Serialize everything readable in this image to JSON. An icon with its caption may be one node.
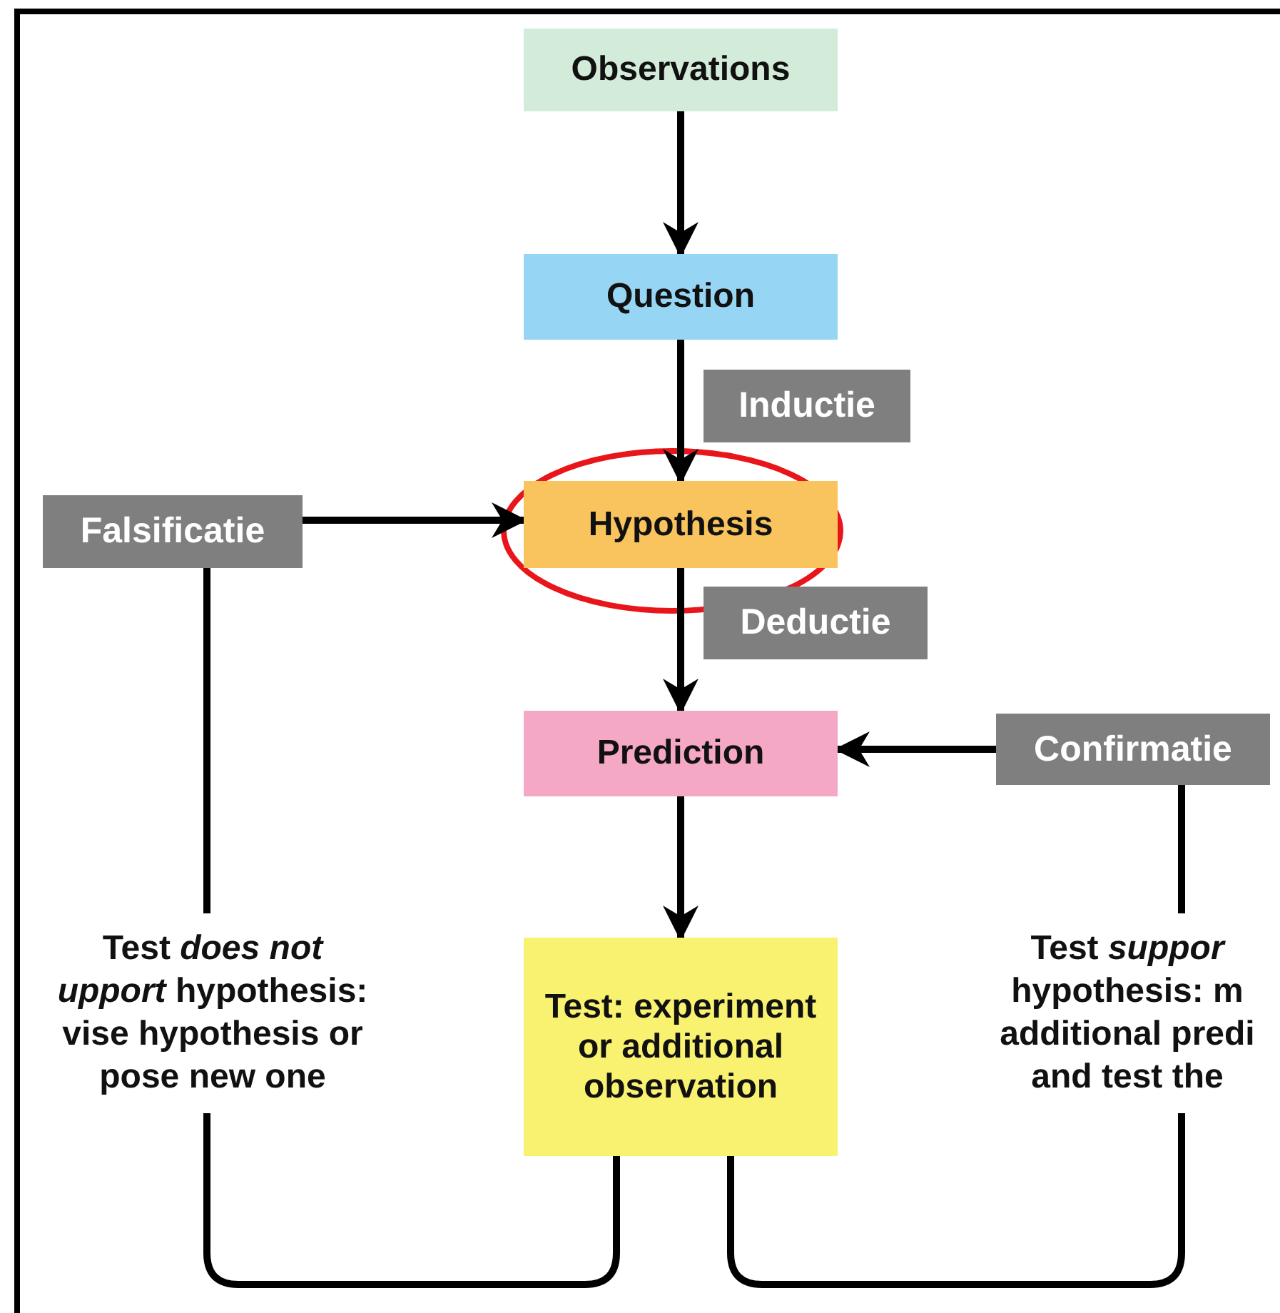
{
  "diagram": {
    "nodes": [
      {
        "text": [
          "Observations"
        ]
      },
      {
        "text": [
          "Question"
        ]
      },
      {
        "text": [
          "Inductie"
        ]
      },
      {
        "text": [
          "Hypothesis"
        ]
      },
      {
        "text": [
          "Falsificatie"
        ]
      },
      {
        "text": [
          "Deductie"
        ]
      },
      {
        "text": [
          "Prediction"
        ]
      },
      {
        "text": [
          "Confirmatie"
        ]
      },
      {
        "text": [
          "Test *does not upport* hypothesis: vise hypothesis or pose new one"
        ]
      },
      {
        "text": [
          "Test: experiment or additional observation"
        ]
      },
      {
        "text": [
          "Test *suppor* hypothesis: m additional predi and test the"
        ]
      }
    ],
    "edges": [
      {
        "from": 0,
        "to": 1,
        "arrow": "to"
      },
      {
        "from": 1,
        "to": 3,
        "arrow": "to"
      },
      {
        "from": 4,
        "to": 3,
        "arrow": "to"
      },
      {
        "from": 3,
        "to": 6,
        "arrow": "to"
      },
      {
        "from": 7,
        "to": 6,
        "arrow": "to"
      },
      {
        "from": 6,
        "to": 9,
        "arrow": "to"
      },
      {
        "from": 9,
        "to": 8,
        "arrow": "none"
      },
      {
        "from": 8,
        "to": 4,
        "arrow": "none"
      },
      {
        "from": 9,
        "to": 10,
        "arrow": "none"
      },
      {
        "from": 10,
        "to": 7,
        "arrow": "none"
      }
    ]
  }
}
